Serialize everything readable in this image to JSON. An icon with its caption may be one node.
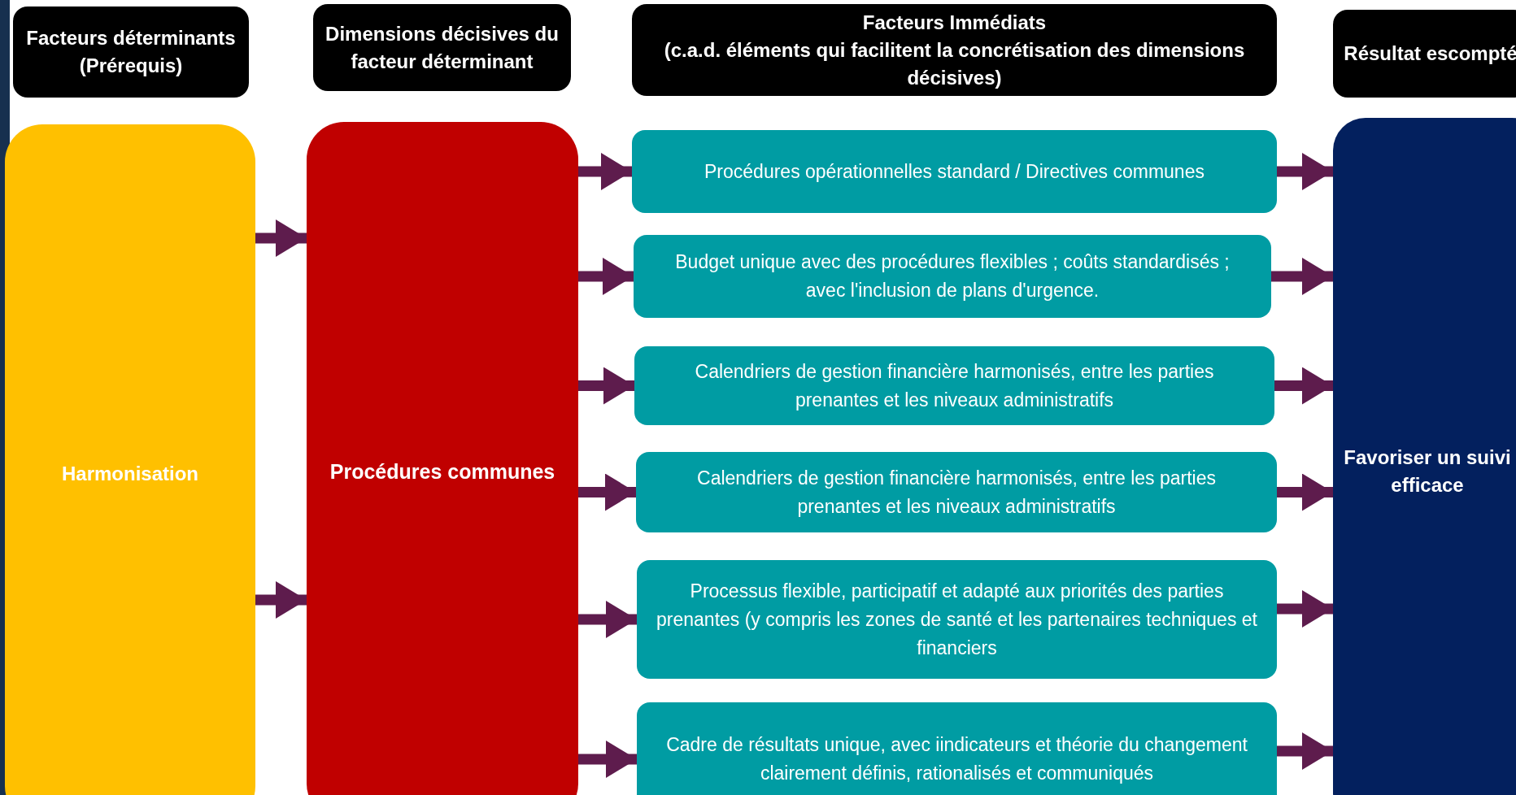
{
  "diagram": {
    "nodes": [
      {
        "text": [
          "Facteurs déterminants (Prérequis)"
        ]
      },
      {
        "text": [
          "Dimensions décisives du facteur déterminant"
        ]
      },
      {
        "text": [
          "Facteurs Immédiats",
          "(c.a.d. éléments qui facilitent la concrétisation des dimensions décisives)"
        ]
      },
      {
        "text": [
          "Résultat escompté"
        ]
      },
      {
        "text": [
          "Harmonisation"
        ]
      },
      {
        "text": [
          "Procédures communes"
        ]
      },
      {
        "text": [
          "Procédures opérationnelles standard / Directives communes"
        ]
      },
      {
        "text": [
          "Budget unique avec des procédures flexibles ; coûts standardisés ; avec l'inclusion de plans d'urgence."
        ]
      },
      {
        "text": [
          "Calendriers de gestion financière harmonisés, entre les parties prenantes et les niveaux administratifs"
        ]
      },
      {
        "text": [
          "Calendriers de gestion financière harmonisés, entre les parties prenantes et les niveaux administratifs"
        ]
      },
      {
        "text": [
          "Processus flexible, participatif et adapté aux priorités des parties prenantes (y compris les zones de santé et les partenaires techniques et financiers"
        ]
      },
      {
        "text": [
          "Cadre de résultats unique, avec iindicateurs et théorie du changement clairement définis, rationalisés et communiqués"
        ]
      },
      {
        "text": [
          "Favoriser un suivi efficace"
        ]
      }
    ],
    "edges": [
      {
        "from": 4,
        "to": 5,
        "arrow": "to"
      },
      {
        "from": 4,
        "to": 5,
        "arrow": "to"
      },
      {
        "from": 5,
        "to": 6,
        "arrow": "to"
      },
      {
        "from": 5,
        "to": 7,
        "arrow": "to"
      },
      {
        "from": 5,
        "to": 8,
        "arrow": "to"
      },
      {
        "from": 5,
        "to": 9,
        "arrow": "to"
      },
      {
        "from": 5,
        "to": 10,
        "arrow": "to"
      },
      {
        "from": 5,
        "to": 11,
        "arrow": "to"
      },
      {
        "from": 6,
        "to": 12,
        "arrow": "to"
      },
      {
        "from": 7,
        "to": 12,
        "arrow": "to"
      },
      {
        "from": 8,
        "to": 12,
        "arrow": "to"
      },
      {
        "from": 9,
        "to": 12,
        "arrow": "to"
      },
      {
        "from": 10,
        "to": 12,
        "arrow": "to"
      },
      {
        "from": 11,
        "to": 12,
        "arrow": "to"
      }
    ]
  }
}
